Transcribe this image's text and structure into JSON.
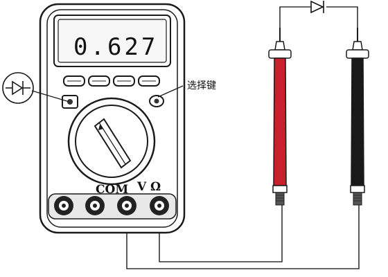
{
  "meter": {
    "display_value": "0.627",
    "select_key_label": "选择键",
    "terminals": {
      "com": "COM",
      "v": "V",
      "ohm": "Ω"
    }
  },
  "probes": {
    "red_color": "#c8202c",
    "black_color": "#1a1a1a"
  },
  "icons": {
    "diode_symbol": "diode-icon",
    "circuit_diode": "diode-icon"
  }
}
